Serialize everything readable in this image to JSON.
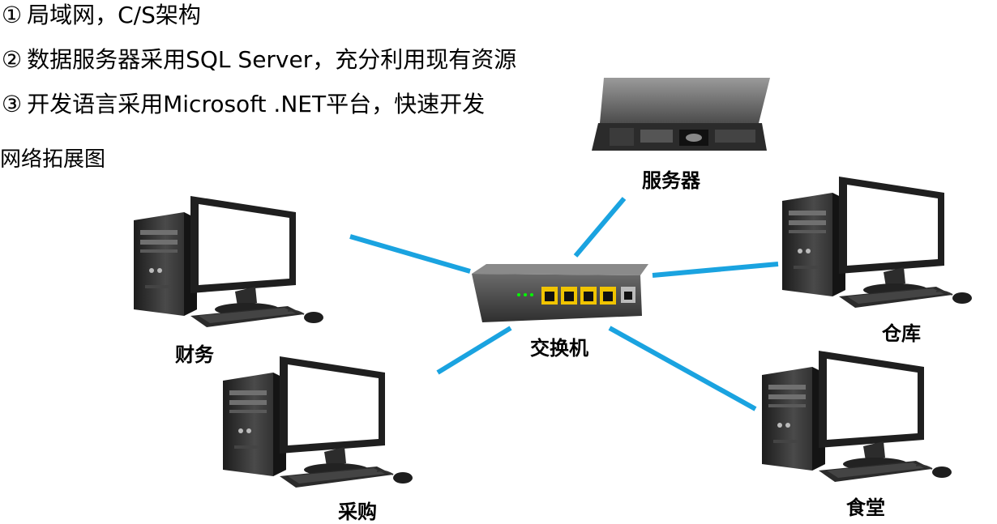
{
  "bullets": [
    {
      "num": "①",
      "text": "局域网，C/S架构"
    },
    {
      "num": "②",
      "text": "数据服务器采用SQL Server，充分利用现有资源"
    },
    {
      "num": "③",
      "text": "开发语言采用Microsoft .NET平台，快速开发"
    }
  ],
  "section_title": "网络拓展图",
  "nodes": {
    "server": "服务器",
    "switch": "交换机",
    "finance": "财务",
    "warehouse": "仓库",
    "purchasing": "采购",
    "canteen": "食堂"
  },
  "colors": {
    "link": "#1aa3e0",
    "device_dark": "#2a2a2a",
    "device_grey": "#5a5a5a",
    "screen": "#ffffff",
    "port": "#f0c400"
  }
}
